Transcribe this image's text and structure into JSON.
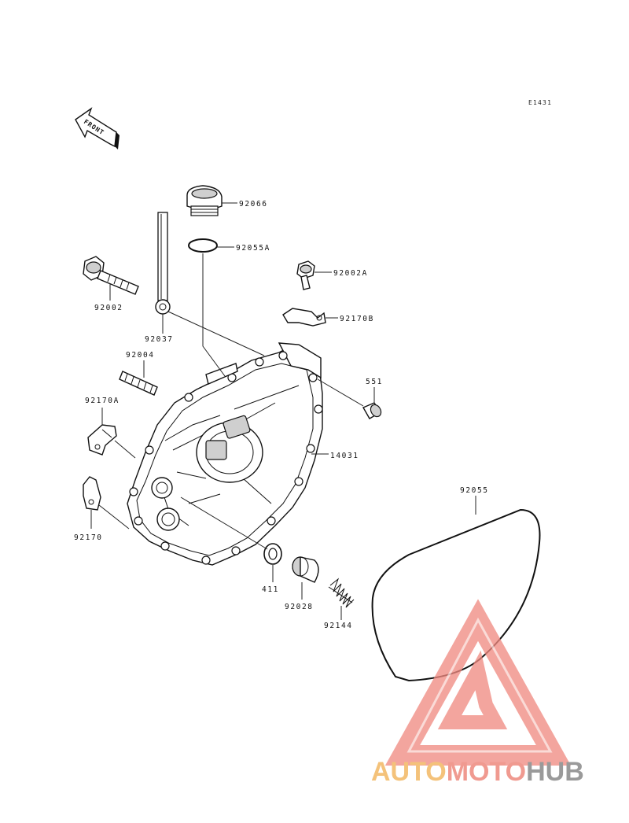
{
  "diagram_code": "E1431",
  "front_label": "FRONT",
  "parts": {
    "p92066": "92066",
    "p92055A": "92055A",
    "p92002A": "92002A",
    "p92170B": "92170B",
    "p92002": "92002",
    "p92037": "92037",
    "p92004": "92004",
    "p551": "551",
    "p92170A": "92170A",
    "p14031": "14031",
    "p92055": "92055",
    "p92170": "92170",
    "p411": "411",
    "p92028": "92028",
    "p92144": "92144"
  },
  "watermark": {
    "part1": "AUTO",
    "part2": "MOTO",
    "part3": "HUB",
    "color_auto": "#f4c27a",
    "color_moto": "#f09a90",
    "color_hub": "#9a9a9a",
    "logo_color": "#f08a80"
  }
}
